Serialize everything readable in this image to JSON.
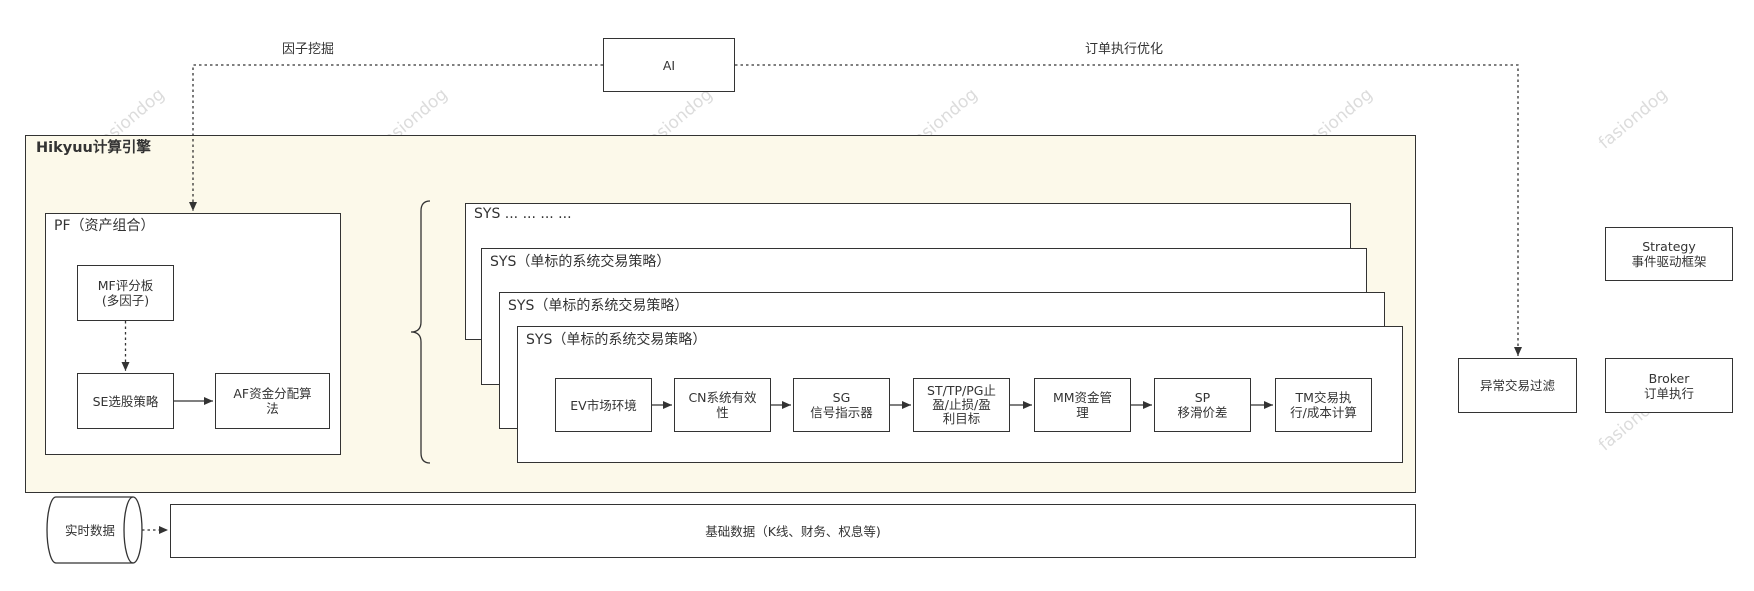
{
  "ai": {
    "label": "AI",
    "factor_mining": "因子挖掘",
    "order_optimization": "订单执行优化"
  },
  "engine": {
    "title": "Hikyuu计算引擎"
  },
  "pf": {
    "title": "PF（资产组合）",
    "mf": "MF评分板\n(多因子)",
    "se": "SE选股策略",
    "af": "AF资金分配算\n法"
  },
  "sys": {
    "stack_titles": [
      "SYS ... ... ... ...",
      "SYS（单标的系统交易策略）",
      "SYS（单标的系统交易策略）",
      "SYS（单标的系统交易策略）"
    ],
    "components": [
      "EV市场环境",
      "CN系统有效\n性",
      "SG\n信号指示器",
      "ST/TP/PG止\n盈/止损/盈\n利目标",
      "MM资金管\n理",
      "SP\n移滑价差",
      "TM交易执\n行/成本计算"
    ]
  },
  "right": {
    "strategy": "Strategy\n事件驱动框架",
    "filter": "异常交易过滤",
    "broker": "Broker\n订单执行"
  },
  "bottom": {
    "realtime": "实时数据",
    "base_data": "基础数据（K线、财务、权息等)"
  },
  "watermark": "fasiondog",
  "colors": {
    "engine_bg": "#fcf9ea",
    "line": "#333333"
  }
}
